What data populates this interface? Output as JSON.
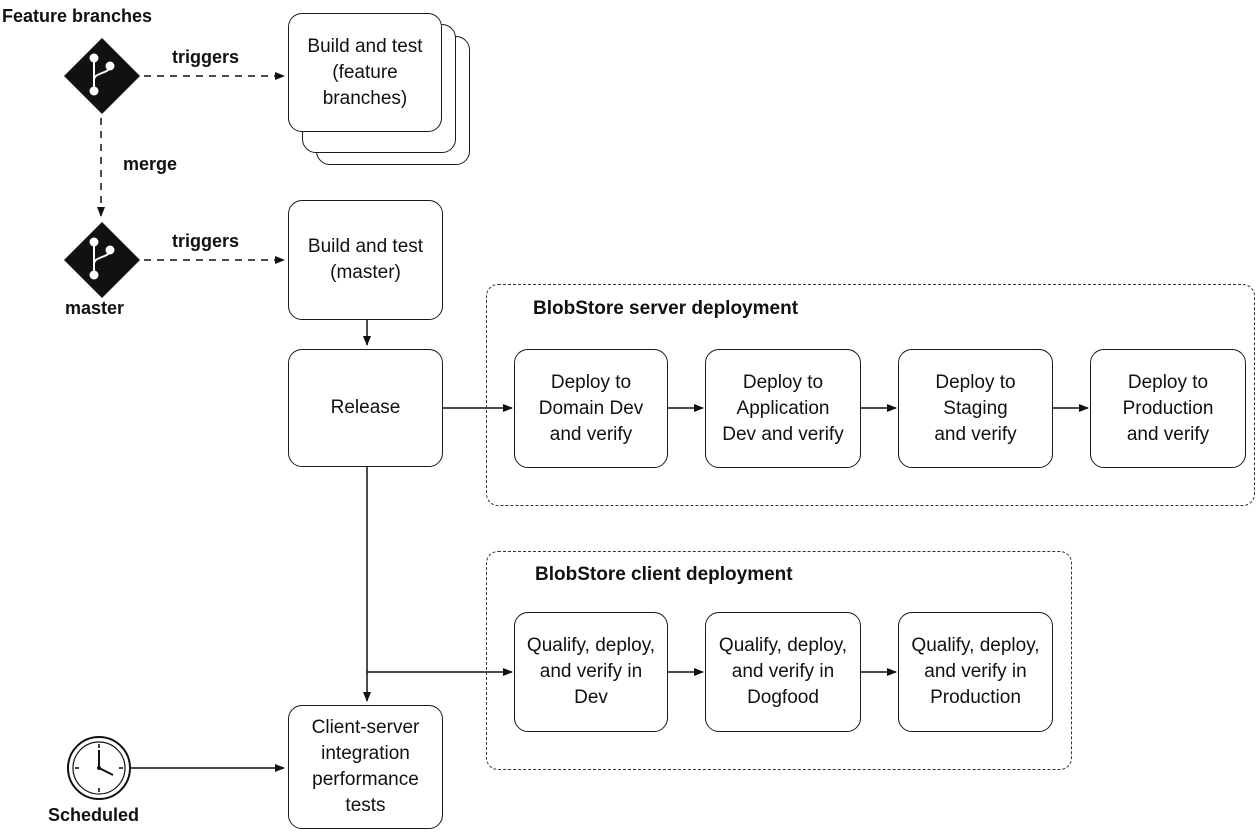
{
  "labels": {
    "feature_branches": "Feature branches",
    "triggers_1": "triggers",
    "merge": "merge",
    "triggers_2": "triggers",
    "master": "master",
    "scheduled": "Scheduled"
  },
  "boxes": {
    "build_feature": "Build and test\n(feature\nbranches)",
    "build_master": "Build and test\n(master)",
    "release": "Release",
    "perf_tests": "Client-server\nintegration\nperformance\ntests"
  },
  "server_group": {
    "title": "BlobStore server deployment",
    "stages": [
      "Deploy to\nDomain Dev\nand verify",
      "Deploy to\nApplication\nDev and verify",
      "Deploy to\nStaging\nand verify",
      "Deploy to\nProduction\nand verify"
    ]
  },
  "client_group": {
    "title": "BlobStore client deployment",
    "stages": [
      "Qualify, deploy,\nand verify in\nDev",
      "Qualify, deploy,\nand verify in\nDogfood",
      "Qualify, deploy,\nand verify in\nProduction"
    ]
  },
  "icons": {
    "branch": "git-branch-icon",
    "clock": "clock-icon"
  }
}
